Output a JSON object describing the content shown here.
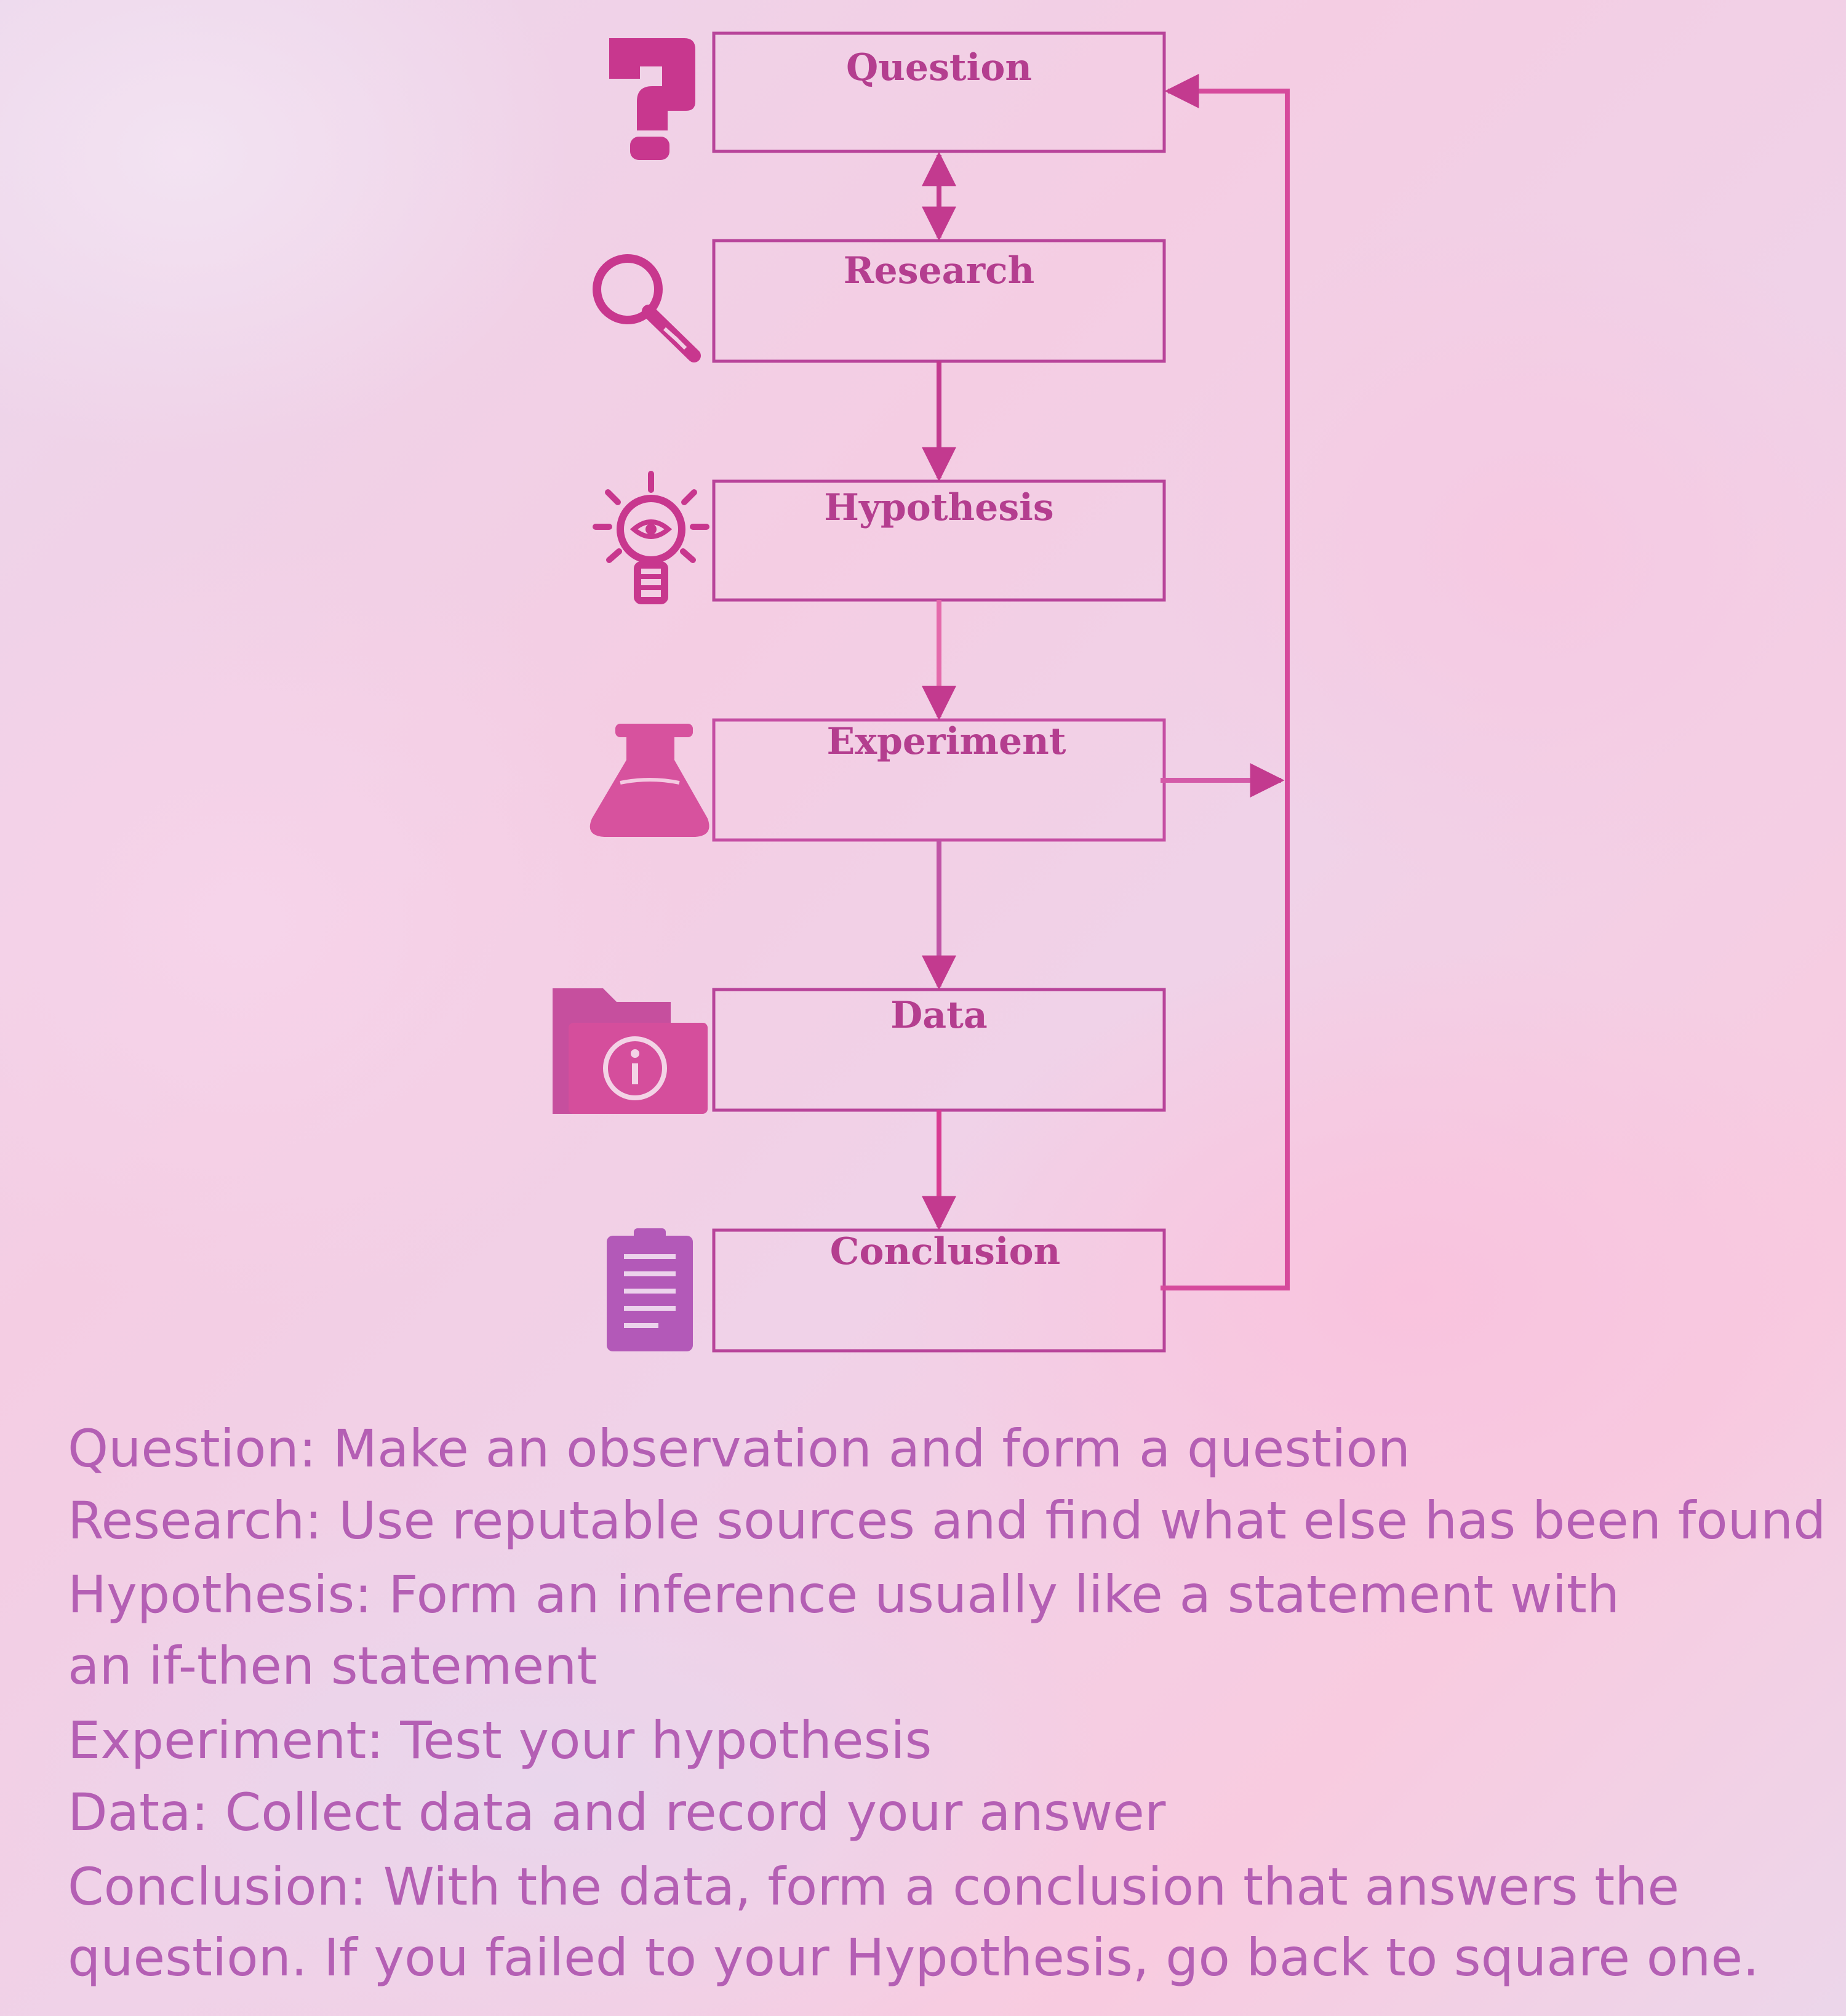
{
  "colors": {
    "box_stroke": "#b8449a",
    "arrow": "#c33a8f",
    "icon_primary": "#c8378e",
    "icon_secondary": "#d7529e",
    "icon_tertiary": "#b359b8",
    "description_text": "#b45fb4"
  },
  "steps": [
    {
      "label": "Question",
      "icon": "question-mark-icon"
    },
    {
      "label": "Research",
      "icon": "magnifying-glass-icon"
    },
    {
      "label": "Hypothesis",
      "icon": "lightbulb-icon"
    },
    {
      "label": "Experiment",
      "icon": "flask-icon"
    },
    {
      "label": "Data",
      "icon": "info-folder-icon"
    },
    {
      "label": "Conclusion",
      "icon": "clipboard-icon"
    }
  ],
  "descriptions": [
    "Question: Make an observation and form a question",
    "Research: Use reputable sources and find what else has been found",
    "Hypothesis: Form an inference usually like a statement with an if-then statement",
    "Experiment: Test your hypothesis",
    "Data: Collect data and record your answer",
    "Conclusion: With the data, form a conclusion that answers the question. If you failed to your Hypothesis, go back to square one."
  ]
}
